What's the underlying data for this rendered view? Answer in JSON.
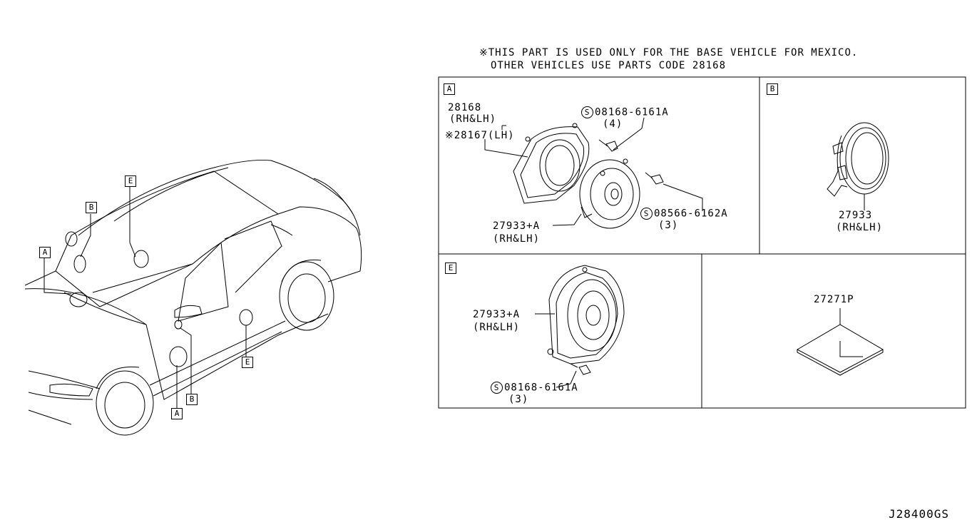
{
  "note": {
    "line1": "※THIS PART IS USED ONLY FOR THE BASE VEHICLE FOR MEXICO.",
    "line2": "OTHER VEHICLES USE PARTS CODE 28168"
  },
  "car_tags": {
    "A": "A",
    "B": "B",
    "E": "E"
  },
  "panel_A": {
    "tag": "A",
    "p1_code": "28168",
    "p1_side": "(RH&LH)",
    "p2": "※28167(LH)",
    "s1_code": "08168-6161A",
    "s1_qty": "(4)",
    "s2_code": "08566-6162A",
    "s2_qty": "(3)",
    "p3_code": "27933+A",
    "p3_side": "(RH&LH)"
  },
  "panel_B": {
    "tag": "B",
    "code": "27933",
    "side": "(RH&LH)"
  },
  "panel_E": {
    "tag": "E",
    "code": "27933+A",
    "side": "(RH&LH)",
    "s_code": "08168-6161A",
    "s_qty": "(3)"
  },
  "panel_P": {
    "code": "27271P"
  },
  "screw_symbol": "S",
  "diagram_id": "J28400GS"
}
